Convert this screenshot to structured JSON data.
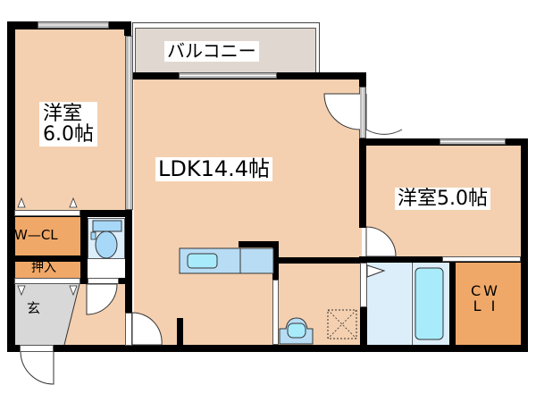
{
  "floorplan": {
    "rooms": {
      "western_room_1": {
        "name": "洋室",
        "size": "6.0帖"
      },
      "ldk": {
        "label": "LDK14.4帖"
      },
      "western_room_2": {
        "label": "洋室5.0帖"
      },
      "balcony": {
        "label": "バルコニー"
      },
      "walk_in_closet": {
        "label": "W—CL"
      },
      "closet_storage": {
        "label": "押入"
      },
      "entrance": {
        "label": "玄"
      },
      "cwl": {
        "line1": "CW",
        "line2": "L I"
      }
    },
    "colors": {
      "room_floor": "#f4d0b0",
      "closet": "#f0a868",
      "wet_area": "#dceefa",
      "fixture": "#a8e4f8",
      "balcony": "#e0d8d0",
      "entrance": "#d8d8d8",
      "wall": "#000000"
    }
  }
}
